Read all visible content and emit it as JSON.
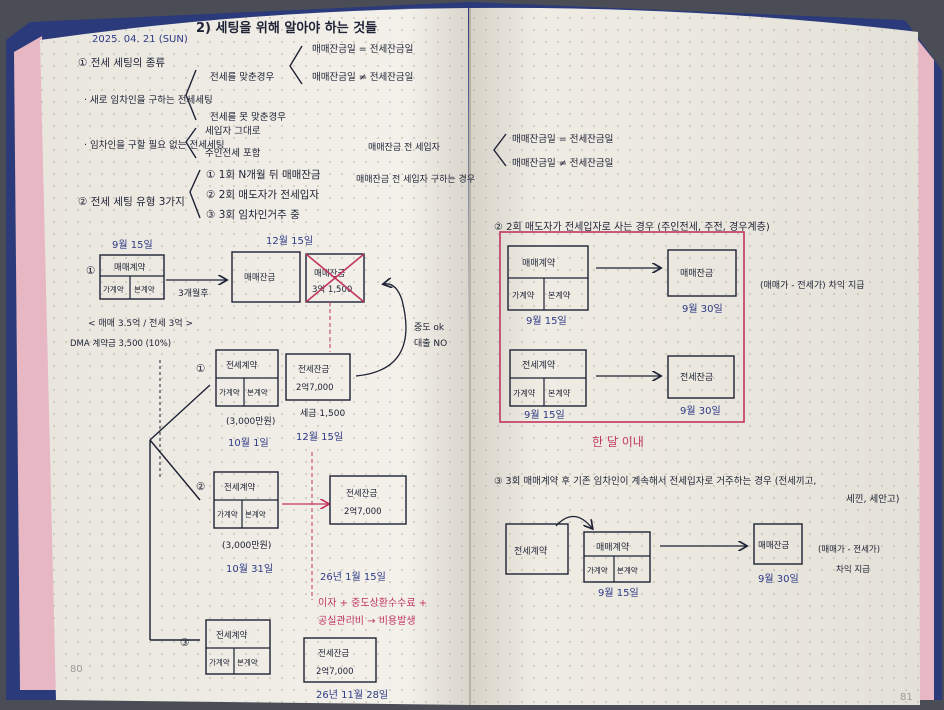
{
  "notebook": {
    "left_page": {
      "page_number": "80",
      "date": "2025. 04. 21 (SUN)",
      "heading": "2) 세팅을 위해 알아야 하는 것들",
      "sec1": {
        "title": "① 전세 세팅의 종류",
        "bullet1": "· 새로 임차인을 구하는 전세세팅",
        "branch_a": "전세를 맞춘경우",
        "branch_b": "전세를 못 맞춘경우",
        "eq1": "매매잔금일 = 전세잔금일",
        "eq2": "매매잔금일 ≠ 전세잔금일",
        "bullet2": "· 임차인을 구할 필요 없는 전세세팅",
        "branch_c": "세입자 그대로",
        "branch_d": "주인전세 포함",
        "side_eq1": "매매잔금 전 세입자",
        "side_eq2": "매매잔금 전 세입자 구하는 경우"
      },
      "sec2": {
        "title": "② 전세 세팅 유형 3가지",
        "type1": "① 1회 N개월 뒤 매매잔금",
        "type2": "② 2회 매도자가 전세입자",
        "type3": "③ 3회 임차인거주 중"
      },
      "diagram": {
        "date_top1": "9월 15일",
        "date_top2": "12월 15일",
        "box1": "매매계약",
        "box1_sub_a": "가계약",
        "box1_sub_b": "본계약",
        "arrow_label": "3개월후",
        "box2": "매매잔금",
        "box3": "매매잔금",
        "box3_value": "3억 1,500",
        "price_note": "< 매매 3.5억 / 전세 3억 >",
        "deposit_note": "DMA 계약금 3,500 (10%)",
        "circle1": "①",
        "row1_box": "전세계약",
        "row1_sub_a": "가계약",
        "row1_sub_b": "본계약",
        "row1_amount": "(3,000만원)",
        "row1_date": "10월 1일",
        "row1_right": "전세잔금",
        "row1_right_value": "2억7,000",
        "row1_right_note": "세금 1,500",
        "row1_right_date": "12월 15일",
        "curve_note1": "중도 ok",
        "curve_note2": "대출 NO",
        "circle2": "②",
        "row2_box": "전세계약",
        "row2_sub_a": "가계약",
        "row2_sub_b": "본계약",
        "row2_amount": "(3,000만원)",
        "row2_date": "10월 31일",
        "row2_right": "전세잔금",
        "row2_right_value": "2억7,000",
        "row2_right_date": "26년 1월 15일",
        "pink_note1": "이자 + 중도상환수수료 +",
        "pink_note2": "공실관리비 → 비용발생",
        "circle3": "③",
        "row3_box": "전세계약",
        "row3_sub_a": "가계약",
        "row3_sub_b": "본계약",
        "row3_right": "전세잔금",
        "row3_right_value": "2억7,000",
        "row3_date": "26년 11월 28일"
      }
    },
    "right_page": {
      "page_number": "81",
      "top_eq1": "매매잔금일 = 전세잔금일",
      "top_eq2": "매매잔금일 ≠ 전세잔금일",
      "sec2_title": "② 2회 매도자가 전세입자로 사는 경우 (주인전세, 주전, 경우계층)",
      "box_a": "매매계약",
      "box_a_sub_a": "가계약",
      "box_a_sub_b": "본계약",
      "box_a_date": "9월 15일",
      "box_b": "매매잔금",
      "box_b_date": "9월 30일",
      "side_note": "(매매가 - 전세가) 차익 지급",
      "box_c": "전세계약",
      "box_c_sub_a": "가계약",
      "box_c_sub_b": "본계약",
      "box_c_date": "9월 15일",
      "box_d": "전세잔금",
      "box_d_date": "9월 30일",
      "pink_caption": "한 달 이내",
      "sec3_title": "③ 3회 매매계약 후 기존 임차인이 계속해서 전세입자로 거주하는 경우 (전세끼고,",
      "sec3_title2": "세낀, 세안고)",
      "box_e": "전세계약",
      "box_f": "매매계약",
      "box_f_sub_a": "가계약",
      "box_f_sub_b": "본계약",
      "box_f_date": "9월 15일",
      "box_g": "매매잔금",
      "box_g_date": "9월 30일",
      "side_note2": "(매매가 - 전세가)",
      "side_note3": "차익 지급"
    }
  }
}
